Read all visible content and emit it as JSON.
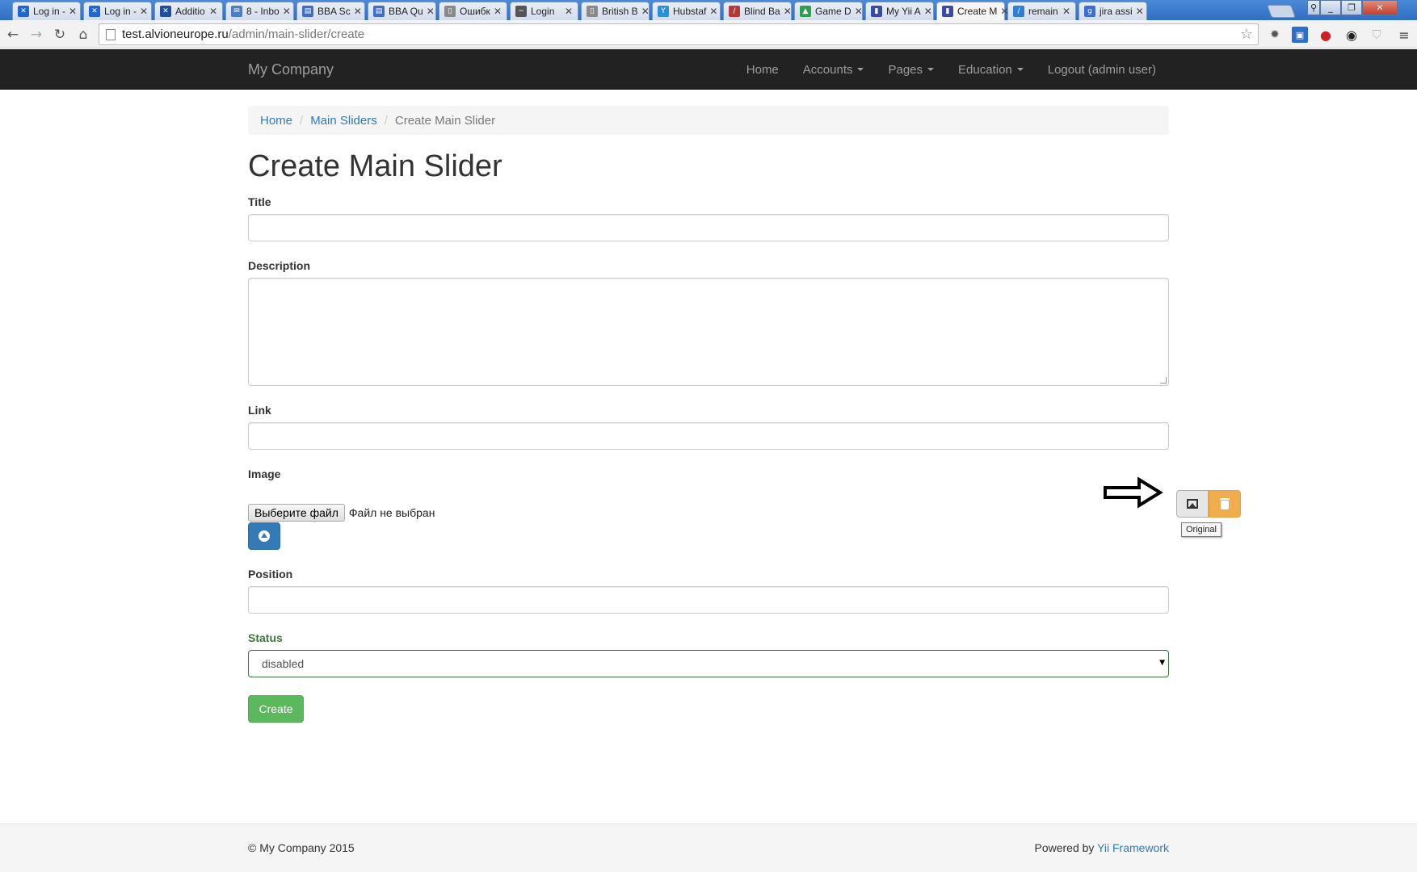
{
  "browser": {
    "tabs": [
      {
        "title": "Log in -",
        "icon_color": "#2065d4",
        "icon": "crossed-tools-icon",
        "glyph": "✕"
      },
      {
        "title": "Log in -",
        "icon_color": "#2065d4",
        "icon": "crossed-tools-icon",
        "glyph": "✕"
      },
      {
        "title": "Additio",
        "icon_color": "#1e4f9c",
        "icon": "crossed-tools-icon",
        "glyph": "✕"
      },
      {
        "title": "8 - Inbo",
        "icon_color": "#4a7ec2",
        "icon": "mail-icon",
        "glyph": "✉"
      },
      {
        "title": "BBA Sc",
        "icon_color": "#3d6ec4",
        "icon": "document-icon",
        "glyph": "▤"
      },
      {
        "title": "BBA Qu",
        "icon_color": "#3d6ec4",
        "icon": "document-icon",
        "glyph": "▤"
      },
      {
        "title": "Ошибк",
        "icon_color": "#8a8a8a",
        "icon": "page-icon",
        "glyph": "▯"
      },
      {
        "title": "Login",
        "icon_color": "#555555",
        "icon": "wave-icon",
        "glyph": "~"
      },
      {
        "title": "British B",
        "icon_color": "#8a8a8a",
        "icon": "page-icon",
        "glyph": "▯"
      },
      {
        "title": "Hubstaf",
        "icon_color": "#2b8fd6",
        "icon": "hubstaff-icon",
        "glyph": "Y"
      },
      {
        "title": "Blind Ba",
        "icon_color": "#b33a3a",
        "icon": "stripes-icon",
        "glyph": "/"
      },
      {
        "title": "Game D",
        "icon_color": "#2e9e4f",
        "icon": "drive-icon",
        "glyph": "▲"
      },
      {
        "title": "My Yii A",
        "icon_color": "#3a4aa8",
        "icon": "bookmark-icon",
        "glyph": "▮"
      },
      {
        "title": "Create M",
        "icon_color": "#3a4aa8",
        "icon": "bookmark-icon",
        "glyph": "▮"
      },
      {
        "title": "remain",
        "icon_color": "#2f7fd1",
        "icon": "stripes-icon",
        "glyph": "/"
      },
      {
        "title": "jira assi",
        "icon_color": "#3b6fd4",
        "icon": "google-icon",
        "glyph": "g"
      }
    ],
    "url_host": "test.alvioneurope.ru",
    "url_path": "/admin/main-slider/create"
  },
  "navbar": {
    "brand": "My Company",
    "links": [
      "Home",
      "Accounts",
      "Pages",
      "Education",
      "Logout (admin user)"
    ]
  },
  "breadcrumb": {
    "home": "Home",
    "parent": "Main Sliders",
    "current": "Create Main Slider"
  },
  "page": {
    "title": "Create Main Slider"
  },
  "form": {
    "title_label": "Title",
    "description_label": "Description",
    "link_label": "Link",
    "image_label": "Image",
    "file_button": "Выберите файл",
    "file_status": "Файл не выбран",
    "original_tooltip": "Original",
    "position_label": "Position",
    "status_label": "Status",
    "status_value": "disabled",
    "create_button": "Create"
  },
  "footer": {
    "copyright": "© My Company 2015",
    "powered_by": "Powered by",
    "framework": "Yii Framework"
  },
  "colors": {
    "primary": "#337ab7",
    "success": "#5cb85c",
    "warning": "#f0ad4e",
    "navbar": "#222222"
  }
}
